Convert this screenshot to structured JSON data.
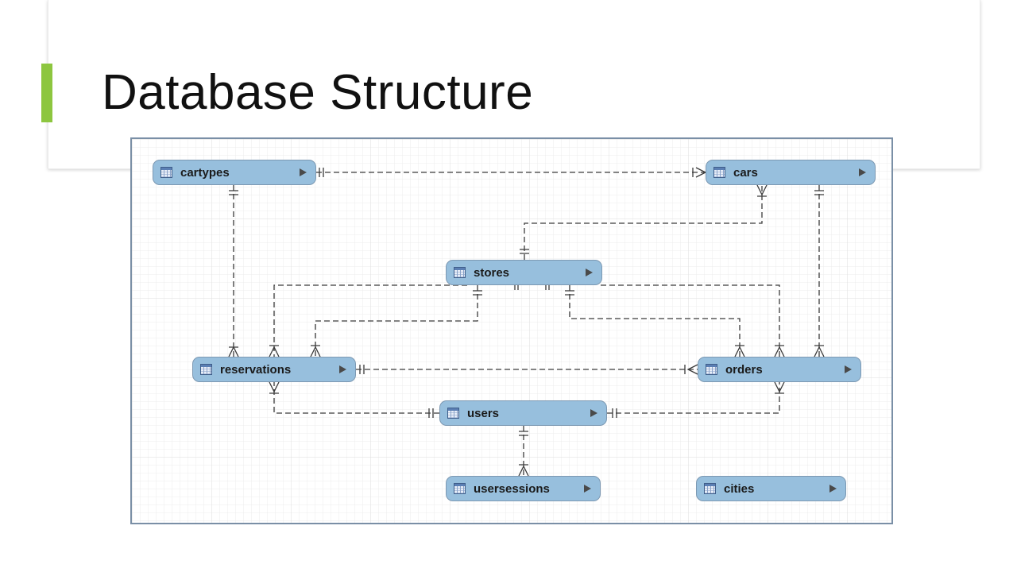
{
  "slide": {
    "title": "Database Structure",
    "accent_color": "#8dc63f"
  },
  "diagram": {
    "entity_color": "#97bfdd",
    "entities": {
      "cartypes": "cartypes",
      "cars": "cars",
      "stores": "stores",
      "reservations": "reservations",
      "orders": "orders",
      "users": "users",
      "usersessions": "usersessions",
      "cities": "cities"
    },
    "relationships": [
      {
        "from": "cartypes",
        "to": "cars",
        "cardinality": "one-to-many"
      },
      {
        "from": "cartypes",
        "to": "reservations",
        "cardinality": "one-to-many"
      },
      {
        "from": "stores",
        "to": "cars",
        "cardinality": "one-to-many"
      },
      {
        "from": "stores",
        "to": "reservations",
        "cardinality": "one-to-many"
      },
      {
        "from": "stores",
        "to": "orders",
        "cardinality": "one-to-many"
      },
      {
        "from": "cars",
        "to": "orders",
        "cardinality": "one-to-many"
      },
      {
        "from": "reservations",
        "to": "orders",
        "cardinality": "one-to-many"
      },
      {
        "from": "users",
        "to": "reservations",
        "cardinality": "one-to-many"
      },
      {
        "from": "users",
        "to": "orders",
        "cardinality": "one-to-many"
      },
      {
        "from": "users",
        "to": "usersessions",
        "cardinality": "one-to-many"
      }
    ]
  }
}
